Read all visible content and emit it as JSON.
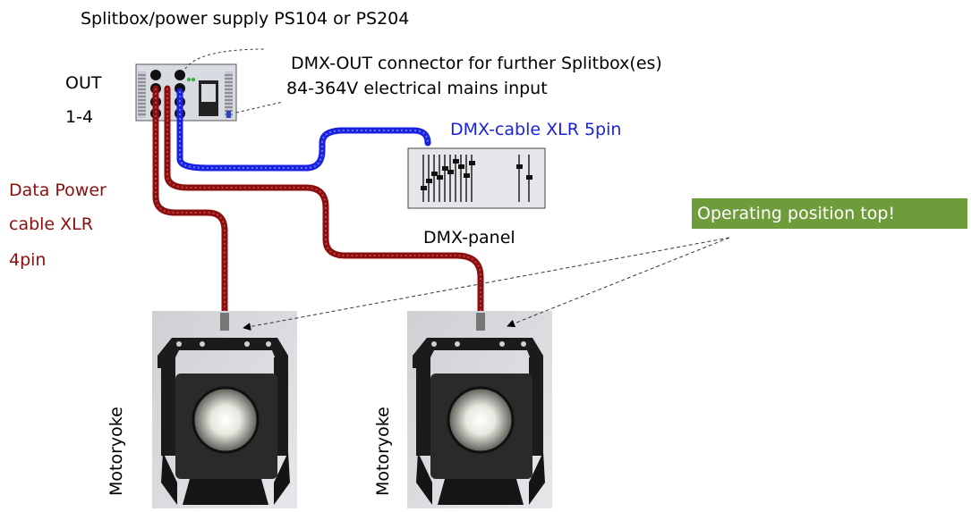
{
  "title": "Splitbox/power supply PS104 or PS204",
  "out_label": [
    "OUT",
    "1-4"
  ],
  "dmx_out_label": "DMX-OUT connector for further Splitbox(es)",
  "mains_label": "84-364V electrical mains input",
  "dmx_cable_label": "DMX-cable XLR 5pin",
  "data_power_label": [
    "Data Power",
    "cable XLR",
    "4pin"
  ],
  "dmx_panel_label": "DMX-panel",
  "operating_position_label": "Operating position top!",
  "fixture_labels": [
    "Motoryoke",
    "Motoryoke"
  ],
  "colors": {
    "data_cable": "#8b0f0f",
    "dmx_cable": "#1a22e0",
    "tag_bg": "#6f9c3a"
  }
}
